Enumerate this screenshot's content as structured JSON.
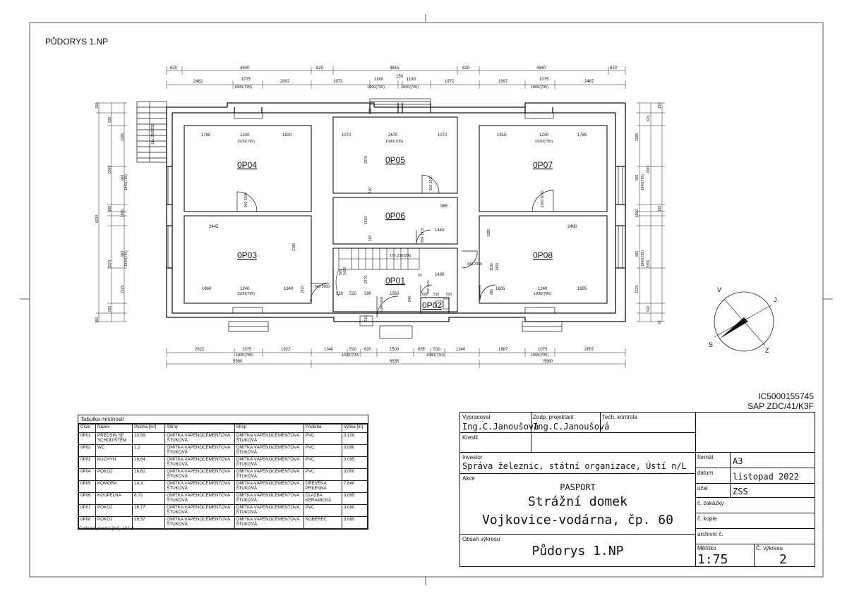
{
  "sheet_title": "PŮDORYS 1.NP",
  "plan": {
    "dims_top": [
      "620",
      "4940",
      "820",
      "4815",
      "820",
      "4940",
      "620"
    ],
    "dims_top2": [
      "2482",
      "1075",
      "2002",
      "1973",
      "1180",
      "150",
      "1180",
      "1972",
      "1997",
      "1075",
      "2487"
    ],
    "dims_top2_sub": [
      "1805(795)",
      "1990(705)",
      "1990(705)",
      "1805(795)"
    ],
    "dims_bottom": [
      "2622",
      "1075",
      "1922",
      "1340",
      "510",
      "620",
      "1500",
      "635",
      "510",
      "1340",
      "1887",
      "1075",
      "2657"
    ],
    "dims_bottom_sub": [
      "1805(795)",
      "1940(720)",
      "1940(720)",
      "1805(795)"
    ],
    "dims_bottom2": [
      "5580",
      "6535",
      "5580"
    ],
    "dims_left": [
      "250",
      "635",
      "2285",
      "3365",
      "960",
      "1840(795)",
      "180",
      "1860",
      "8230",
      "3370",
      "960",
      "1840(795)",
      "2225",
      "620",
      "250"
    ],
    "dims_right": [
      "150",
      "620",
      "2285",
      "3395",
      "960",
      "1840(795)",
      "180",
      "1860",
      "3355",
      "960",
      "1840(795)",
      "2225",
      "620",
      "60"
    ],
    "stair_ext": "11x 250/230",
    "rooms": [
      {
        "id": "0P04",
        "dims": [
          "1780",
          "1240",
          "1920"
        ],
        "sub": "1930(795)",
        "door": "940 2030"
      },
      {
        "id": "0P05",
        "dims": [
          "1072",
          "2670",
          "1072"
        ],
        "sub": "1990(705)",
        "side": "2970",
        "door": "800 1970"
      },
      {
        "id": "0P07",
        "dims": [
          "1915",
          "1240",
          "1785"
        ],
        "sub": "1930(795)",
        "door": "1000 2070"
      },
      {
        "id": "0P06",
        "dims": [
          "965",
          "1440"
        ],
        "side": "1810",
        "door": "800 1970"
      },
      {
        "id": "0P03",
        "dims": [
          "2445",
          "2180",
          "1860",
          "1240",
          "1840"
        ],
        "sub": "1930(795)",
        "door": "940 2060"
      },
      {
        "id": "0P08",
        "dims": [
          "1285",
          "2490",
          "1805",
          "1240",
          "1895"
        ],
        "sub": "1930(795)",
        "door": "940 2050"
      },
      {
        "id": "0P01",
        "dims": [
          "17x 210/200",
          "520",
          "510",
          "590",
          "1560",
          "1430",
          "2470",
          "1400 1500"
        ],
        "door": "600 1970"
      },
      {
        "id": "0P02",
        "dims": [
          "605",
          "510",
          "520"
        ]
      }
    ],
    "misc_labels": [
      "100",
      "160",
      "630",
      "500",
      "1420",
      "2420",
      "50",
      "1190",
      "2400",
      "880",
      "610",
      "840"
    ]
  },
  "compass": {
    "n": "V",
    "e": "J",
    "s": "S",
    "w": "Z"
  },
  "doc_id": "IC5000155745",
  "doc_id2": "SAP ZDC/41/K3F",
  "table": {
    "caption": "Tabulka místností",
    "headers": [
      "Číslo",
      "Název",
      "Plocha [m²]",
      "Stěny",
      "Strop",
      "Podlaha",
      "Výška [m]"
    ],
    "rows": [
      [
        "0P01",
        "PŘEDSÍŇ SE SCHODIŠTĚM",
        "10,58",
        "OMÍTKA VÁPENOCEMENTOVÁ ŠTUKOVÁ",
        "OMÍTKA VÁPENOCEMENTOVÁ ŠTUKOVÁ",
        "PVC",
        "3,100"
      ],
      [
        "0P02",
        "WC",
        "1,2",
        "OMÍTKA VÁPENOCEMENTOVÁ ŠTUKOVÁ",
        "OMÍTKA VÁPENOCEMENTOVÁ ŠTUKOVÁ",
        "PVC",
        "3,080"
      ],
      [
        "0P03",
        "KUCHYŇ",
        "16,64",
        "OMÍTKA VÁPENOCEMENTOVÁ ŠTUKOVÁ",
        "OMÍTKA VÁPENOCEMENTOVÁ ŠTUKOVÁ",
        "PVC",
        "3,095"
      ],
      [
        "0P04",
        "POKOJ",
        "16,62",
        "OMÍTKA VÁPENOCEMENTOVÁ ŠTUKOVÁ",
        "OMÍTKA VÁPENOCEMENTOVÁ ŠTUKOVÁ",
        "PVC",
        "3,000"
      ],
      [
        "0P05",
        "KOMORA",
        "14,3",
        "OMÍTKA VÁPENOCEMENTOVÁ ŠTUKOVÁ",
        "OMÍTKA VÁPENOCEMENTOVÁ ŠTUKOVÁ",
        "DŘEVĚNÁ PRKENNÁ",
        "7,840"
      ],
      [
        "0P06",
        "KOUPELNA",
        "8,72",
        "OMÍTKA VÁPENOCEMENTOVÁ ŠTUKOVÁ",
        "OMÍTKA VÁPENOCEMENTOVÁ ŠTUKOVÁ",
        "DLAŽBA KERAMICKÁ",
        "3,085"
      ],
      [
        "0P07",
        "POKOJ",
        "16,77",
        "OMÍTKA VÁPENOCEMENTOVÁ ŠTUKOVÁ",
        "OMÍTKA VÁPENOCEMENTOVÁ ŠTUKOVÁ",
        "PVC",
        "3,080"
      ],
      [
        "0P08",
        "POKOJ",
        "16,57",
        "OMÍTKA VÁPENOCEMENTOVÁ ŠTUKOVÁ",
        "OMÍTKA VÁPENOCEMENTOVÁ ŠTUKOVÁ",
        "KOBEREC",
        "3,080"
      ]
    ],
    "total": "Celková plocha [m²]: 101,4"
  },
  "title_block": {
    "vypracoval_label": "Vypracoval",
    "vypracoval": "Ing.C.Janoušová",
    "zadp_label": "Zodp. projektant",
    "zadp": "Ing.C.Janoušová",
    "tech_label": "Tech. kontrola",
    "kreslil_label": "Kreslil",
    "investor_label": "Investor",
    "investor": "Správa železnic, státní organizace, Ústí n/L",
    "akce_label": "Akce",
    "akce_type": "PASPORT",
    "akce_line1": "Strážní domek",
    "akce_line2": "Vojkovice-vodárna, čp. 60",
    "obsah_label": "Obsah výkresu",
    "obsah": "Půdorys 1.NP",
    "format_label": "formát",
    "format": "A3",
    "datum_label": "datum",
    "datum": "listopad 2022",
    "ucel_label": "účel",
    "ucel": "ZSS",
    "zakazky_label": "č. zakázky",
    "kopie_label": "č. kopie",
    "archivni_label": "archivní č.",
    "meritko_label": "Měřítko",
    "meritko": "1:75",
    "vykres_label": "Č. výkresu",
    "vykres": "2"
  }
}
